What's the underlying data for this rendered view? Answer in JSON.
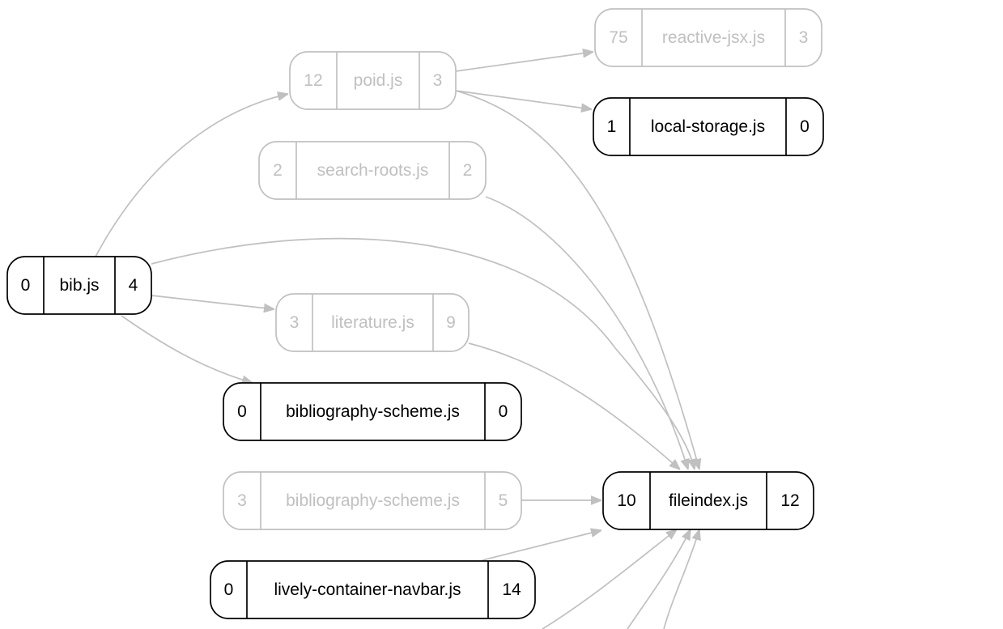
{
  "graph": {
    "nodes": [
      {
        "id": "bib",
        "in": "0",
        "label": "bib.js",
        "out": "4",
        "style": "dark"
      },
      {
        "id": "poid",
        "in": "12",
        "label": "poid.js",
        "out": "3",
        "style": "dim"
      },
      {
        "id": "reactive-jsx",
        "in": "75",
        "label": "reactive-jsx.js",
        "out": "3",
        "style": "dim"
      },
      {
        "id": "local-storage",
        "in": "1",
        "label": "local-storage.js",
        "out": "0",
        "style": "dark"
      },
      {
        "id": "search-roots",
        "in": "2",
        "label": "search-roots.js",
        "out": "2",
        "style": "dim"
      },
      {
        "id": "literature",
        "in": "3",
        "label": "literature.js",
        "out": "9",
        "style": "dim"
      },
      {
        "id": "bibliography-scheme-a",
        "in": "0",
        "label": "bibliography-scheme.js",
        "out": "0",
        "style": "dark"
      },
      {
        "id": "bibliography-scheme-b",
        "in": "3",
        "label": "bibliography-scheme.js",
        "out": "5",
        "style": "dim"
      },
      {
        "id": "lively-container-navbar",
        "in": "0",
        "label": "lively-container-navbar.js",
        "out": "14",
        "style": "dark"
      },
      {
        "id": "fileindex",
        "in": "10",
        "label": "fileindex.js",
        "out": "12",
        "style": "dark"
      }
    ],
    "edges": [
      {
        "from": "bib",
        "to": "poid"
      },
      {
        "from": "bib",
        "to": "fileindex"
      },
      {
        "from": "bib",
        "to": "literature"
      },
      {
        "from": "bib",
        "to": "bibliography-scheme-a"
      },
      {
        "from": "poid",
        "to": "reactive-jsx"
      },
      {
        "from": "poid",
        "to": "local-storage"
      },
      {
        "from": "poid",
        "to": "fileindex"
      },
      {
        "from": "search-roots",
        "to": "fileindex"
      },
      {
        "from": "literature",
        "to": "fileindex"
      },
      {
        "from": "bibliography-scheme-b",
        "to": "fileindex"
      },
      {
        "from": "lively-container-navbar",
        "to": "fileindex"
      },
      {
        "from": "offscreen-1",
        "to": "fileindex"
      },
      {
        "from": "offscreen-2",
        "to": "fileindex"
      },
      {
        "from": "offscreen-3",
        "to": "fileindex"
      }
    ]
  }
}
